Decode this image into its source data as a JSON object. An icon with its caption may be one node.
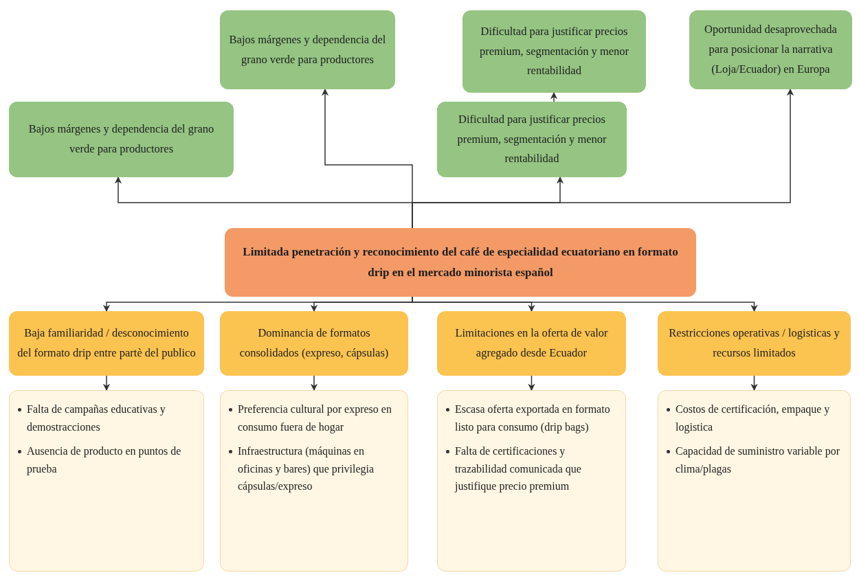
{
  "diagram": {
    "nodes": [
      {
        "text": [
          "Bajos márgenes y dependencia del grano verde para productores"
        ]
      },
      {
        "text": [
          "Dificultad para justificar precios premium, segmentación y menor rentabilidad"
        ]
      },
      {
        "text": [
          "Oportunidad desaprovechada para posicionar la narrativa (Loja/Ecuador) en Europa"
        ]
      },
      {
        "text": [
          "Bajos márgenes y dependencia del grano verde para productores"
        ]
      },
      {
        "text": [
          "Dificultad para justificar precios premium, segmentación y menor rentabilidad"
        ]
      },
      {
        "text": [
          "Limitada penetración y reconocimiento del café de especialidad ecuatoriano en formato drip en el mercado minorista español"
        ]
      },
      {
        "text": [
          "Baja familiaridad / desconocimiento del formato drip entre partè del publico"
        ]
      },
      {
        "text": [
          "Dominancia de formatos consolidados (expreso, cápsulas)"
        ]
      },
      {
        "text": [
          "Limitaciones en la oferta de valor agregado desde Ecuador"
        ]
      },
      {
        "text": [
          "Restricciones operativas / logisticas y recursos limitados"
        ]
      },
      {
        "text": [
          "Falta de campañas educativas y demostracciones",
          "Ausencia de producto en puntos de prueba"
        ]
      },
      {
        "text": [
          "Preferencia cultural por expreso en consumo fuera de hogar",
          "Infraestructura (máquinas en oficinas y bares) que privilegia cápsulas/expreso"
        ]
      },
      {
        "text": [
          "Escasa oferta exportada en formato listo para consumo (drip bags)",
          "Falta de certificaciones y trazabilidad comunicada que justifique precio premium"
        ]
      },
      {
        "text": [
          "Costos de certificación, empaque y logistica",
          "Capacidad de suministro variable por clima/plagas"
        ]
      }
    ],
    "edges": [
      {
        "from": 5,
        "to": 0,
        "arrow": "to"
      },
      {
        "from": 4,
        "to": 1,
        "arrow": "to"
      },
      {
        "from": 5,
        "to": 2,
        "arrow": "to"
      },
      {
        "from": 5,
        "to": 3,
        "arrow": "to"
      },
      {
        "from": 5,
        "to": 4,
        "arrow": "to"
      },
      {
        "from": 5,
        "to": 6,
        "arrow": "to"
      },
      {
        "from": 5,
        "to": 7,
        "arrow": "to"
      },
      {
        "from": 5,
        "to": 8,
        "arrow": "to"
      },
      {
        "from": 5,
        "to": 9,
        "arrow": "to"
      },
      {
        "from": 6,
        "to": 10,
        "arrow": "to"
      },
      {
        "from": 7,
        "to": 11,
        "arrow": "to"
      },
      {
        "from": 8,
        "to": 12,
        "arrow": "to"
      },
      {
        "from": 9,
        "to": 13,
        "arrow": "to"
      }
    ]
  }
}
